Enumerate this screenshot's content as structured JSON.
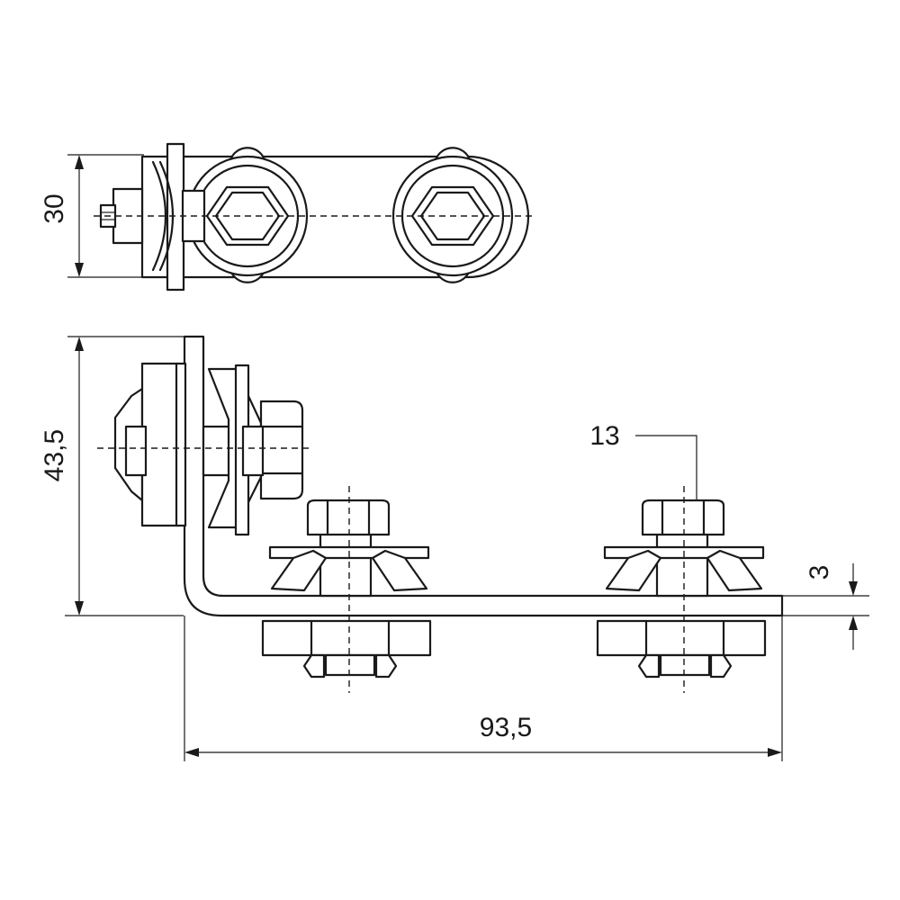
{
  "dimensions": {
    "top_height": "30",
    "side_height": "43,5",
    "total_length": "93,5",
    "thickness": "3",
    "bolt_size": "13"
  },
  "colors": {
    "line": "#1a1a1a",
    "background": "#ffffff"
  }
}
